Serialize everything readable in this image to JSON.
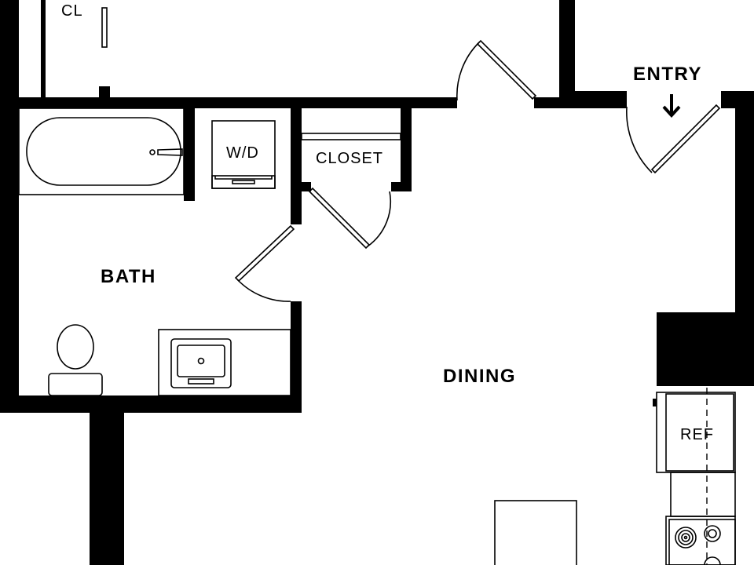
{
  "floorplan": {
    "rooms": {
      "cl": "CL",
      "entry": "ENTRY",
      "closet": "CLOSET",
      "bath": "BATH",
      "dining": "DINING"
    },
    "fixtures": {
      "washer_dryer": "W/D",
      "refrigerator": "REF"
    }
  }
}
